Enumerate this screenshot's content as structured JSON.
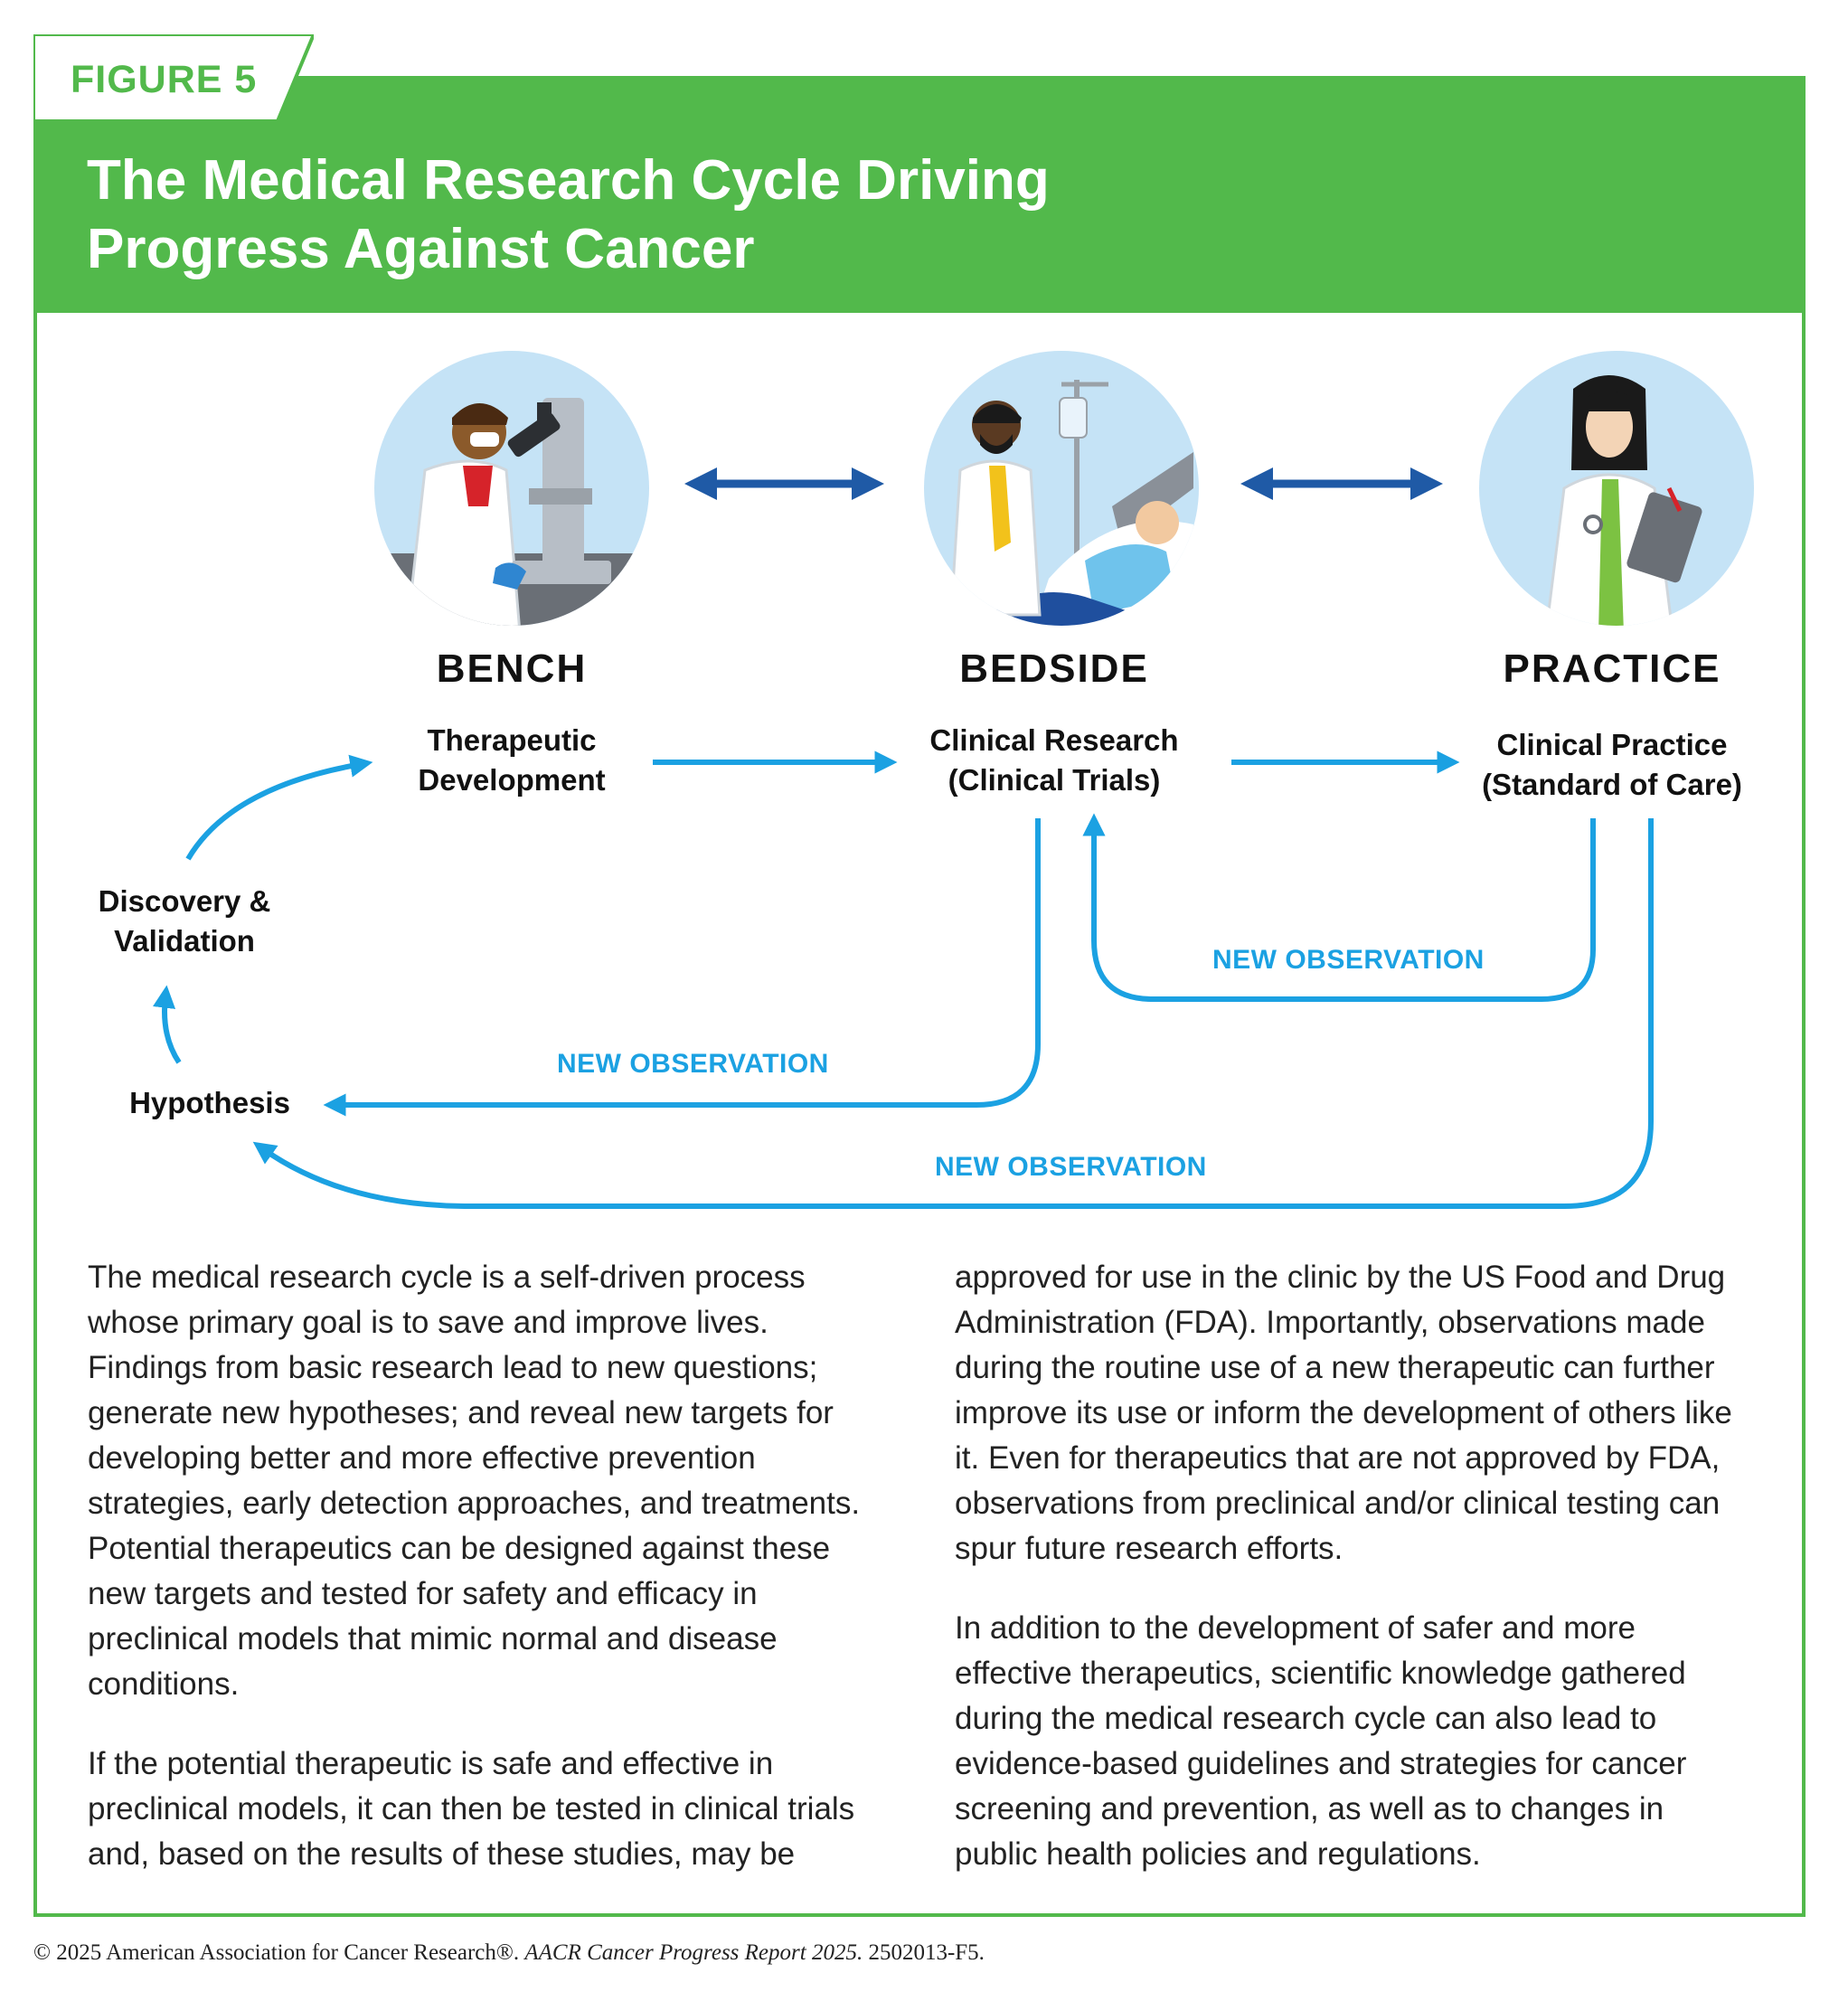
{
  "header": {
    "figure_label": "FIGURE 5",
    "title_line1": "The Medical Research Cycle Driving",
    "title_line2": "Progress Against Cancer",
    "brand_color": "#52b94b"
  },
  "diagram": {
    "nodes": [
      {
        "title": "BENCH",
        "sub_line1": "Therapeutic",
        "sub_line2": "Development",
        "icon": "scientist-microscope-icon"
      },
      {
        "title": "BEDSIDE",
        "sub_line1": "Clinical Research",
        "sub_line2": "(Clinical Trials)",
        "icon": "doctor-patient-bed-icon"
      },
      {
        "title": "PRACTICE",
        "sub_line1": "Clinical Practice",
        "sub_line2": "(Standard of Care)",
        "icon": "doctor-clipboard-icon"
      }
    ],
    "discovery_line1": "Discovery &",
    "discovery_line2": "Validation",
    "hypothesis": "Hypothesis",
    "new_observation": "NEW OBSERVATION",
    "arrow_color": "#1ba1e2",
    "double_arrow_color": "#1f5aa6"
  },
  "body": {
    "left_p1": "The medical research cycle is a self-driven process whose primary goal is to save and improve lives. Findings from basic research lead to new questions; generate new hypotheses; and reveal new targets for developing better and more effective prevention strategies, early detection approaches, and treatments. Potential therapeutics can be designed against these new targets and tested for safety and efficacy in preclinical models that mimic normal and disease conditions.",
    "left_p2": "If the potential therapeutic is safe and effective in preclinical models, it can then be tested in clinical trials and, based on the results of these studies, may be",
    "right_p1": "approved for use in the clinic by the US Food and Drug Administration (FDA). Importantly, observations made during the routine use of a new therapeutic can further improve its use or inform the development of others like it. Even for therapeutics that are not approved by FDA, observations from preclinical and/or clinical testing can spur future research efforts.",
    "right_p2": "In addition to the development of safer and more effective therapeutics, scientific knowledge gathered during the medical research cycle can also lead to evidence-based guidelines and strategies for cancer screening and prevention, as well as to changes in public health policies and regulations."
  },
  "footer": {
    "copyright": "© 2025 American Association for Cancer Research®.",
    "report": "AACR Cancer Progress Report 2025.",
    "code": "2502013-F5."
  }
}
